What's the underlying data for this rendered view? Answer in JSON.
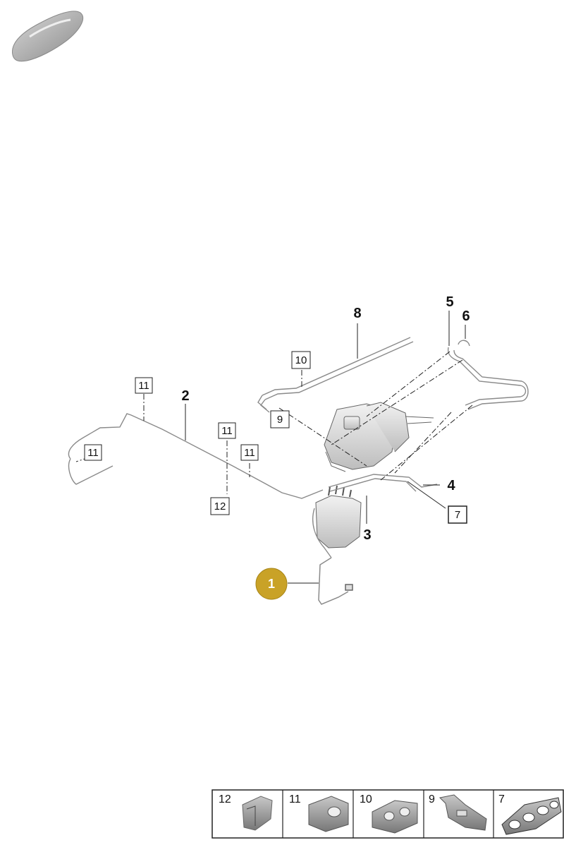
{
  "diagram": {
    "callouts": [
      "1",
      "2",
      "3",
      "4",
      "5",
      "6",
      "8"
    ],
    "boxed_labels": [
      "11",
      "11",
      "11",
      "11",
      "12",
      "10",
      "9",
      "7"
    ],
    "highlighted_callout": "1",
    "highlight_color": "#c9a227"
  },
  "legend": {
    "items": [
      {
        "label": "12",
        "part": "clip-12-icon"
      },
      {
        "label": "11",
        "part": "clip-11-icon"
      },
      {
        "label": "10",
        "part": "clip-10-icon"
      },
      {
        "label": "9",
        "part": "bracket-9-icon"
      },
      {
        "label": "7",
        "part": "clip-7-icon"
      }
    ]
  }
}
